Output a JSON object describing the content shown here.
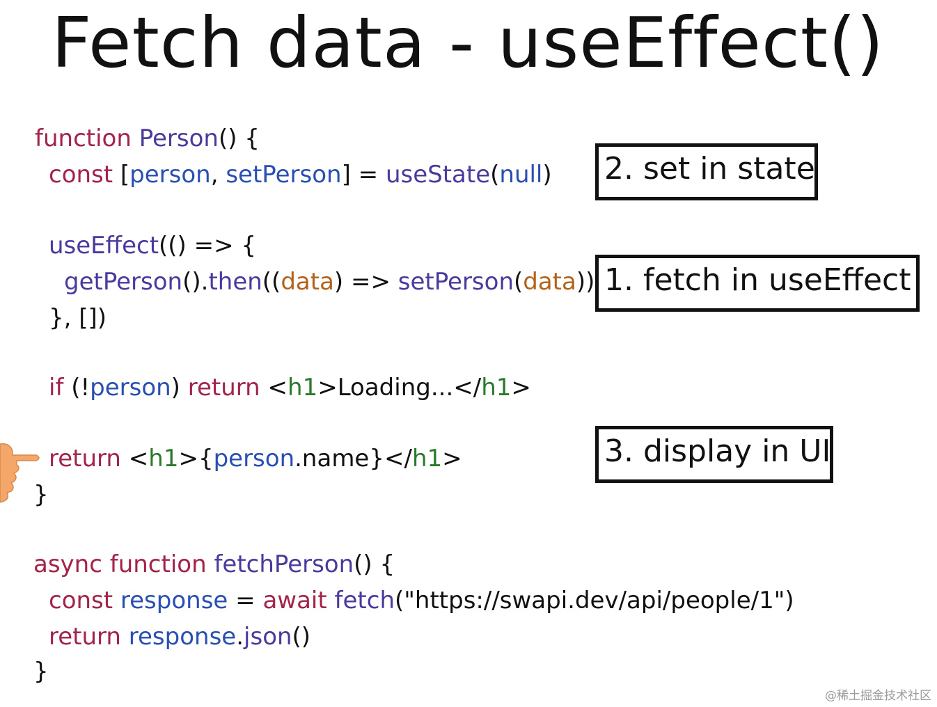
{
  "title": "Fetch data - useEffect()",
  "boxes": {
    "set_state": "2. set in state",
    "fetch": "1. fetch in useEffect",
    "display": "3. display in UI"
  },
  "code": {
    "l1": {
      "kw": "function",
      "fn": "Person",
      "rest": "() {"
    },
    "l2": {
      "kw": "const",
      "p1": " [",
      "v1": "person",
      "p2": ", ",
      "v2": "setPerson",
      "p3": "] = ",
      "fn": "useState",
      "p4": "(",
      "v3": "null",
      "p5": ")"
    },
    "l3": {
      "fn": "useEffect",
      "rest": "(() => {"
    },
    "l4": {
      "fn1": "getPerson",
      "p1": "().",
      "fn2": "then",
      "p2": "((",
      "a1": "data",
      "p3": ") => ",
      "fn3": "setPerson",
      "p4": "(",
      "a2": "data",
      "p5": "))"
    },
    "l5": {
      "rest": "}, [])"
    },
    "l6": {
      "kw1": "if",
      "p1": " (!",
      "v1": "person",
      "p2": ") ",
      "kw2": "return",
      "p3": " <",
      "t1": "h1",
      "p4": ">Loading...</",
      "t2": "h1",
      "p5": ">"
    },
    "l7": {
      "kw": "return",
      "p1": " <",
      "t1": "h1",
      "p2": ">{",
      "v1": "person",
      "p3": ".name}</",
      "t2": "h1",
      "p4": ">"
    },
    "l8": {
      "rest": "}"
    },
    "l9": {
      "kw1": "async",
      "kw2": "function",
      "fn": "fetchPerson",
      "rest": "() {"
    },
    "l10": {
      "kw1": "const",
      "v1": "response",
      "p1": " = ",
      "kw2": "await",
      "fn": "fetch",
      "p2": "(",
      "s1": "\"https://swapi.dev/api/people/1\"",
      "p3": ")"
    },
    "l11": {
      "kw": "return",
      "v1": "response",
      "p1": ".",
      "fn": "json",
      "p2": "()"
    },
    "l12": {
      "rest": "}"
    }
  },
  "watermark": "@稀土掘金技术社区",
  "icons": {
    "pointer": "pointing-hand-icon"
  }
}
